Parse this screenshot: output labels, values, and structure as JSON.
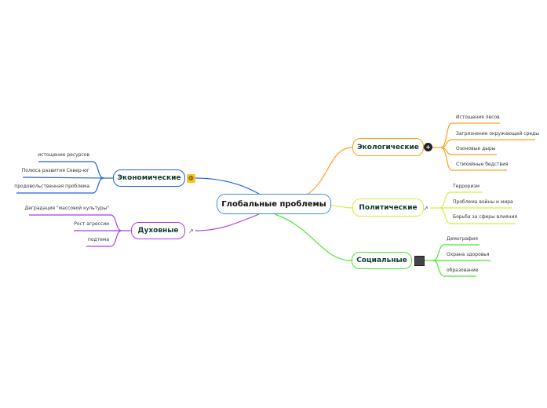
{
  "central": "Глобальные проблемы",
  "topics": {
    "eco": {
      "label": "Экологические",
      "color": "#f7a11a",
      "subs": [
        "Истощения лесов",
        "Загрязнение окружающей среды",
        "Озоновые дыры",
        "Стихийные бедствия"
      ]
    },
    "pol": {
      "label": "Политические",
      "color": "#d6ee3a",
      "subs": [
        "Терроризм",
        "Проблема войны и мира",
        "Борьба за сферы влияния"
      ]
    },
    "soc": {
      "label": "Социальные",
      "color": "#4de52d",
      "subs": [
        "Демография",
        "Охрана здоровья",
        "образование"
      ]
    },
    "econ": {
      "label": "Экономические",
      "color": "#1d5fe6",
      "subs": [
        "истощение ресурсов",
        "Полюса развития Север-юг",
        "продовольственная проблема"
      ]
    },
    "spir": {
      "label": "Духовные",
      "color": "#a63fe8",
      "subs": [
        "Деградация \"массовой культуры\"",
        "Рост агрессии",
        "подтема"
      ]
    }
  },
  "central_color": "#3b8ed8",
  "icons": {
    "eco": "plus-icon",
    "pol": "external-link-icon",
    "soc": "image-thumbnail-icon",
    "econ": "Ф",
    "spir": "external-link-icon"
  }
}
